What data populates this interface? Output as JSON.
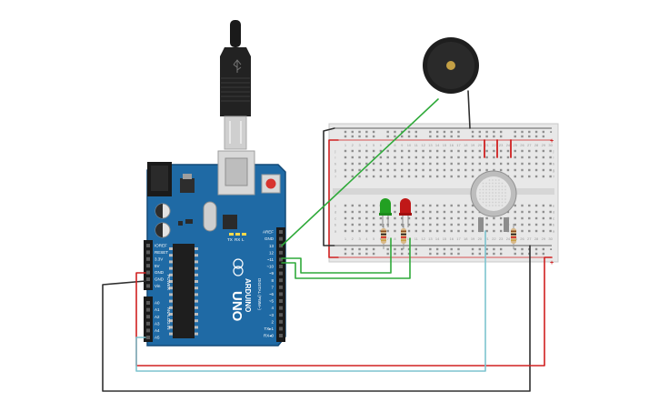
{
  "board": {
    "name": "ARDUINO",
    "model": "UNO",
    "section_digital": "DIGITAL (PWM~)",
    "section_power": "POWER",
    "section_analog": "ANALOG IN",
    "tx_label": "TX",
    "rx_label": "RX",
    "l_label": "L",
    "digital_pins": [
      "AREF",
      "GND",
      "13",
      "12",
      "~11",
      "~10",
      "~9",
      "8",
      "7",
      "~6",
      "~5",
      "4",
      "~3",
      "2",
      "TX▸1",
      "RX◂0"
    ],
    "power_pins": [
      "IOREF",
      "RESET",
      "3.3V",
      "5V",
      "GND",
      "GND",
      "Vin"
    ],
    "analog_pins": [
      "A0",
      "A1",
      "A2",
      "A3",
      "A4",
      "A5"
    ]
  },
  "breadboard": {
    "row_letters_top": [
      "j",
      "i",
      "h",
      "g",
      "f"
    ],
    "row_letters_bottom": [
      "e",
      "d",
      "c",
      "b",
      "a"
    ],
    "plus_sign": "+",
    "minus_sign": "-",
    "column_numbers": [
      "1",
      "2",
      "3",
      "4",
      "5",
      "6",
      "7",
      "8",
      "9",
      "10",
      "11",
      "12",
      "13",
      "14",
      "15",
      "16",
      "17",
      "18",
      "19",
      "20",
      "21",
      "22",
      "23",
      "24",
      "25",
      "26",
      "27",
      "28",
      "29",
      "30"
    ]
  },
  "colors": {
    "board": "#1f6aa5",
    "board_dark": "#134a78",
    "wire_red": "#d02020",
    "wire_black": "#303030",
    "wire_green": "#2faa3a",
    "wire_cyan": "#7dc4cf",
    "led_green": "#22a022",
    "led_red": "#c01818"
  }
}
